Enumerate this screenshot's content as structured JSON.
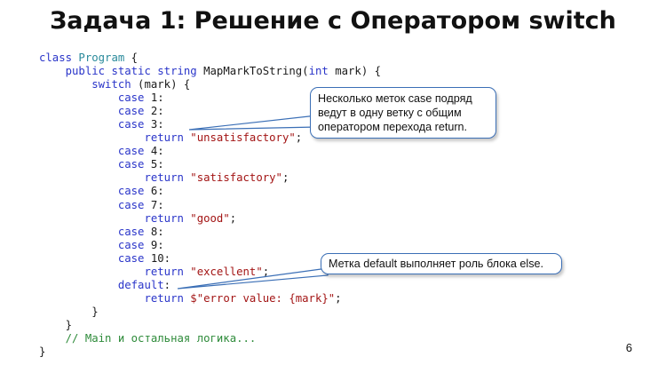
{
  "slide": {
    "title": "Задача 1: Решение с Оператором switch",
    "page_number": "6"
  },
  "code": {
    "lines": [
      [
        {
          "t": "class ",
          "c": "kw"
        },
        {
          "t": "Program",
          "c": "ty"
        },
        {
          "t": " {",
          "c": ""
        }
      ],
      [
        {
          "t": "    ",
          "c": ""
        },
        {
          "t": "public static string ",
          "c": "kw"
        },
        {
          "t": "MapMarkToString(",
          "c": ""
        },
        {
          "t": "int",
          "c": "kw"
        },
        {
          "t": " mark) {",
          "c": ""
        }
      ],
      [
        {
          "t": "        ",
          "c": ""
        },
        {
          "t": "switch",
          "c": "kw"
        },
        {
          "t": " (mark) {",
          "c": ""
        }
      ],
      [
        {
          "t": "            ",
          "c": ""
        },
        {
          "t": "case",
          "c": "kw"
        },
        {
          "t": " 1:",
          "c": ""
        }
      ],
      [
        {
          "t": "            ",
          "c": ""
        },
        {
          "t": "case",
          "c": "kw"
        },
        {
          "t": " 2:",
          "c": ""
        }
      ],
      [
        {
          "t": "            ",
          "c": ""
        },
        {
          "t": "case",
          "c": "kw"
        },
        {
          "t": " 3:",
          "c": ""
        }
      ],
      [
        {
          "t": "                ",
          "c": ""
        },
        {
          "t": "return ",
          "c": "kw"
        },
        {
          "t": "\"unsatisfactory\"",
          "c": "str"
        },
        {
          "t": ";",
          "c": ""
        }
      ],
      [
        {
          "t": "            ",
          "c": ""
        },
        {
          "t": "case",
          "c": "kw"
        },
        {
          "t": " 4:",
          "c": ""
        }
      ],
      [
        {
          "t": "            ",
          "c": ""
        },
        {
          "t": "case",
          "c": "kw"
        },
        {
          "t": " 5:",
          "c": ""
        }
      ],
      [
        {
          "t": "                ",
          "c": ""
        },
        {
          "t": "return ",
          "c": "kw"
        },
        {
          "t": "\"satisfactory\"",
          "c": "str"
        },
        {
          "t": ";",
          "c": ""
        }
      ],
      [
        {
          "t": "            ",
          "c": ""
        },
        {
          "t": "case",
          "c": "kw"
        },
        {
          "t": " 6:",
          "c": ""
        }
      ],
      [
        {
          "t": "            ",
          "c": ""
        },
        {
          "t": "case",
          "c": "kw"
        },
        {
          "t": " 7:",
          "c": ""
        }
      ],
      [
        {
          "t": "                ",
          "c": ""
        },
        {
          "t": "return ",
          "c": "kw"
        },
        {
          "t": "\"good\"",
          "c": "str"
        },
        {
          "t": ";",
          "c": ""
        }
      ],
      [
        {
          "t": "            ",
          "c": ""
        },
        {
          "t": "case",
          "c": "kw"
        },
        {
          "t": " 8:",
          "c": ""
        }
      ],
      [
        {
          "t": "            ",
          "c": ""
        },
        {
          "t": "case",
          "c": "kw"
        },
        {
          "t": " 9:",
          "c": ""
        }
      ],
      [
        {
          "t": "            ",
          "c": ""
        },
        {
          "t": "case",
          "c": "kw"
        },
        {
          "t": " 10:",
          "c": ""
        }
      ],
      [
        {
          "t": "                ",
          "c": ""
        },
        {
          "t": "return ",
          "c": "kw"
        },
        {
          "t": "\"excellent\"",
          "c": "str"
        },
        {
          "t": ";",
          "c": ""
        }
      ],
      [
        {
          "t": "            ",
          "c": ""
        },
        {
          "t": "default",
          "c": "kw"
        },
        {
          "t": ":",
          "c": ""
        }
      ],
      [
        {
          "t": "                ",
          "c": ""
        },
        {
          "t": "return ",
          "c": "kw"
        },
        {
          "t": "$\"error value: {mark}\"",
          "c": "str"
        },
        {
          "t": ";",
          "c": ""
        }
      ],
      [
        {
          "t": "        }",
          "c": ""
        }
      ],
      [
        {
          "t": "    }",
          "c": ""
        }
      ],
      [
        {
          "t": "    ",
          "c": ""
        },
        {
          "t": "// Main и остальная логика...",
          "c": "cm"
        }
      ],
      [
        {
          "t": "}",
          "c": ""
        }
      ]
    ]
  },
  "callouts": {
    "case_note": "Несколько меток case подряд ведут в одну ветку с общим оператором перехода return.",
    "default_note": "Метка default выполняет роль блока else."
  },
  "colors": {
    "keyword": "#2a35c9",
    "type": "#2a8a9b",
    "string": "#a31515",
    "comment": "#2e8b3a",
    "callout_border": "#3b6fb6"
  }
}
